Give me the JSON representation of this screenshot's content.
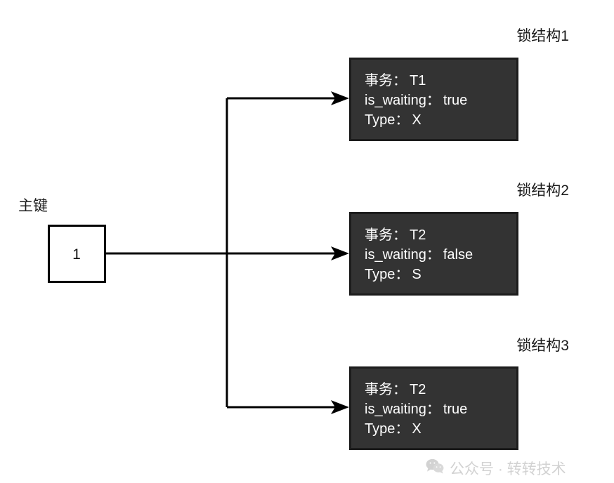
{
  "diagram": {
    "primary_key": {
      "label": "主键",
      "value": "1"
    },
    "lock_structures": [
      {
        "title": "锁结构1",
        "transaction_label": "事务：",
        "transaction_value": "T1",
        "is_waiting_label": "is_waiting：",
        "is_waiting_value": "true",
        "type_label": "Type：",
        "type_value": "X"
      },
      {
        "title": "锁结构2",
        "transaction_label": "事务：",
        "transaction_value": "T2",
        "is_waiting_label": "is_waiting：",
        "is_waiting_value": "false",
        "type_label": "Type：",
        "type_value": "S"
      },
      {
        "title": "锁结构3",
        "transaction_label": "事务：",
        "transaction_value": "T2",
        "is_waiting_label": "is_waiting：",
        "is_waiting_value": "true",
        "type_label": "Type：",
        "type_value": "X"
      }
    ]
  },
  "watermark": {
    "icon": "wechat-icon",
    "text": "公众号 · 转转技术"
  },
  "colors": {
    "box_fill": "#333333",
    "box_border": "#1c1c1c",
    "box_text": "#ffffff",
    "line": "#000000",
    "page_background": "#ffffff",
    "watermark_text": "#d2d2d2"
  }
}
